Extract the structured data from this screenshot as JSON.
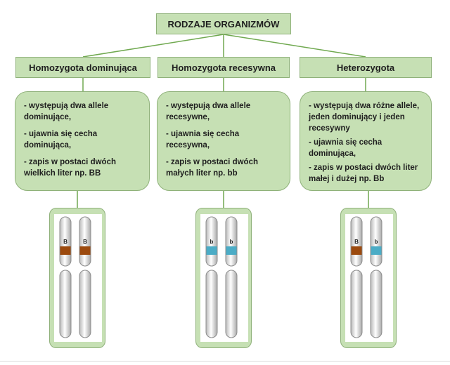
{
  "root": {
    "label": "RODZAJE ORGANIZMÓW"
  },
  "categories": [
    {
      "title": "Homozygota dominująca",
      "points": [
        "- występują dwa allele dominujące,",
        "- ujawnia się cecha dominująca,",
        "- zapis w postaci dwóch wielkich liter np. BB"
      ],
      "alleles": [
        "B",
        "B"
      ],
      "band_colors": [
        "#9c4a0e",
        "#9c4a0e"
      ]
    },
    {
      "title": "Homozygota recesywna",
      "points": [
        "- występują dwa allele recesywne,",
        "- ujawnia się cecha recesywna,",
        "- zapis w postaci dwóch małych liter np. bb"
      ],
      "alleles": [
        "b",
        "b"
      ],
      "band_colors": [
        "#4bacc6",
        "#4bacc6"
      ]
    },
    {
      "title": "Heterozygota",
      "points": [
        "- występują dwa różne allele, jeden dominujący i jeden recesywny",
        "- ujawnia się cecha dominująca,",
        "- zapis w postaci dwóch liter małej i dużej np. Bb"
      ],
      "alleles": [
        "B",
        "b"
      ],
      "band_colors": [
        "#9c4a0e",
        "#4bacc6"
      ]
    }
  ],
  "colors": {
    "box_fill": "#c6e0b4",
    "box_border": "#8fb17a",
    "connector": "#70a950"
  }
}
